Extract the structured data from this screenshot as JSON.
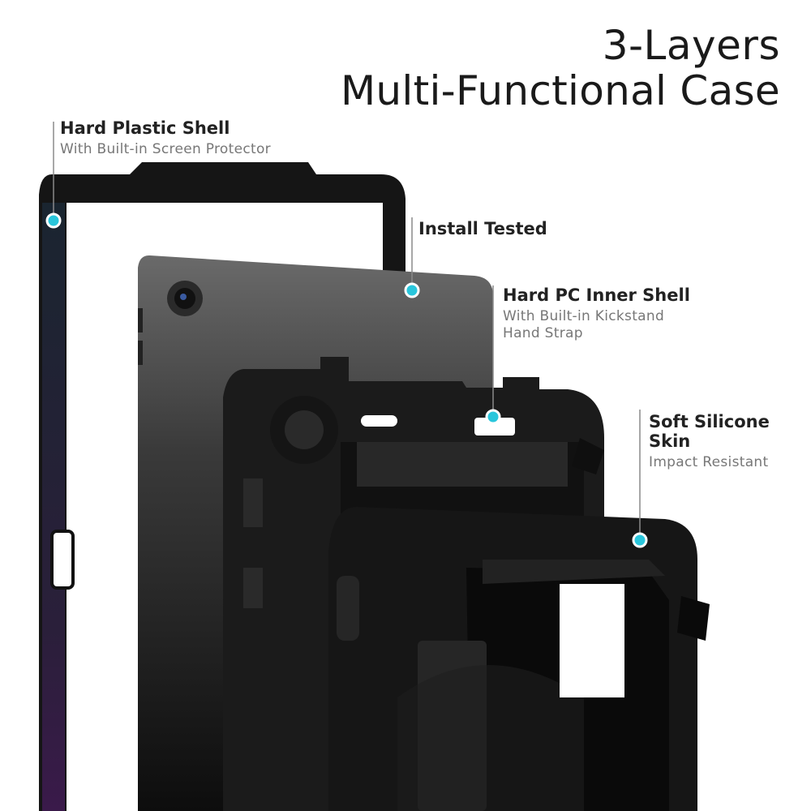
{
  "title": {
    "line1": "3-Layers",
    "line2": "Multi-Functional Case"
  },
  "callouts": {
    "shell": {
      "name": "Hard Plastic Shell",
      "sub": "With Built-in Screen Protector"
    },
    "install": {
      "name": "Install Tested"
    },
    "inner": {
      "name": "Hard PC Inner Shell",
      "sub1": "With Built-in Kickstand",
      "sub2": "Hand Strap"
    },
    "skin": {
      "name": "Soft Silicone Skin",
      "sub": "Impact Resistant"
    }
  },
  "colors": {
    "accent": "#29c6dc",
    "case": "#1c1c1c",
    "tablet": "#3a3a3a"
  }
}
